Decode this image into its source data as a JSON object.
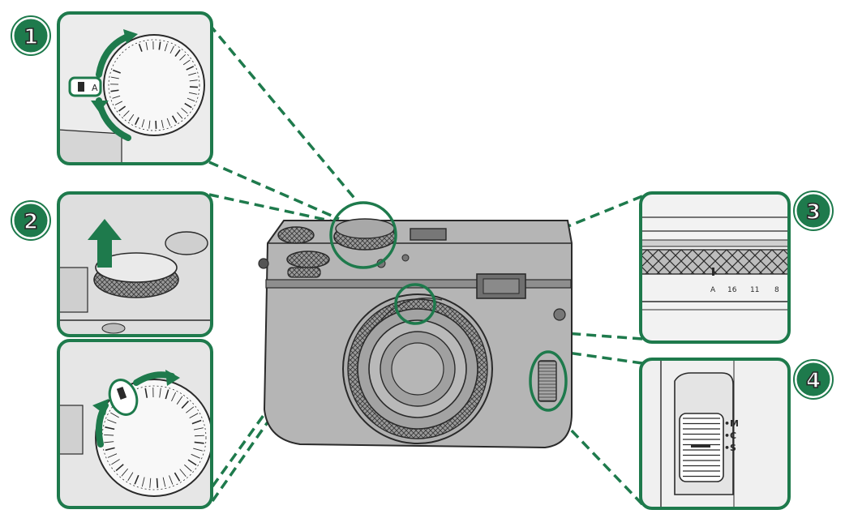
{
  "colors": {
    "accent": "#1e7a4c",
    "body_gray": "#b8b8b8",
    "dark_gray": "#555555",
    "outline": "#2a2a2a"
  },
  "callouts": [
    {
      "number": "1"
    },
    {
      "number": "2"
    },
    {
      "number": "3"
    },
    {
      "number": "4"
    }
  ],
  "dial_mark": "A",
  "aperture_ring": {
    "marks": [
      "A",
      "16",
      "11",
      "8"
    ]
  },
  "focus_switch": {
    "positions": [
      "M",
      "C",
      "S"
    ]
  }
}
